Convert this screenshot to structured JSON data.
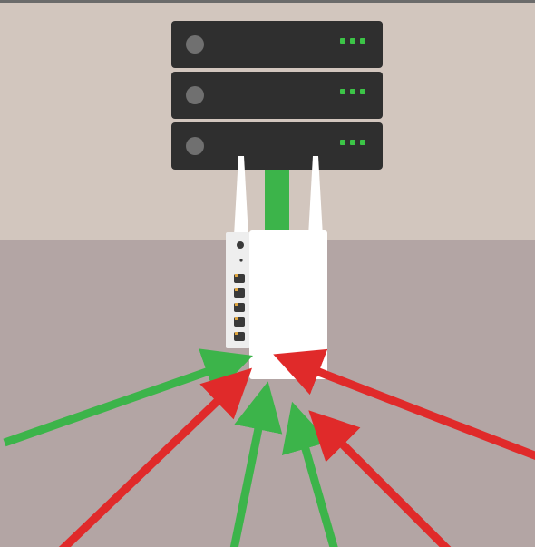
{
  "colors": {
    "wall": "#d2c6be",
    "floor": "#b3a5a4",
    "top_edge": "#6b6b6b",
    "server_body": "#2f2f2f",
    "server_power_button": "#707070",
    "server_led": "#3cc447",
    "uplink_cable": "#3cb44a",
    "device_body": "#ffffff",
    "device_side": "#eeeeee",
    "device_port": "#3a3a3a",
    "device_port_accent": "#e0a640",
    "antenna": "#ffffff",
    "arrow_allowed": "#3cb44a",
    "arrow_blocked": "#e02a2a"
  },
  "scene": {
    "server_units": 3,
    "device_side_ports": 5,
    "green_arrow_count": 3,
    "red_arrow_count": 3
  }
}
